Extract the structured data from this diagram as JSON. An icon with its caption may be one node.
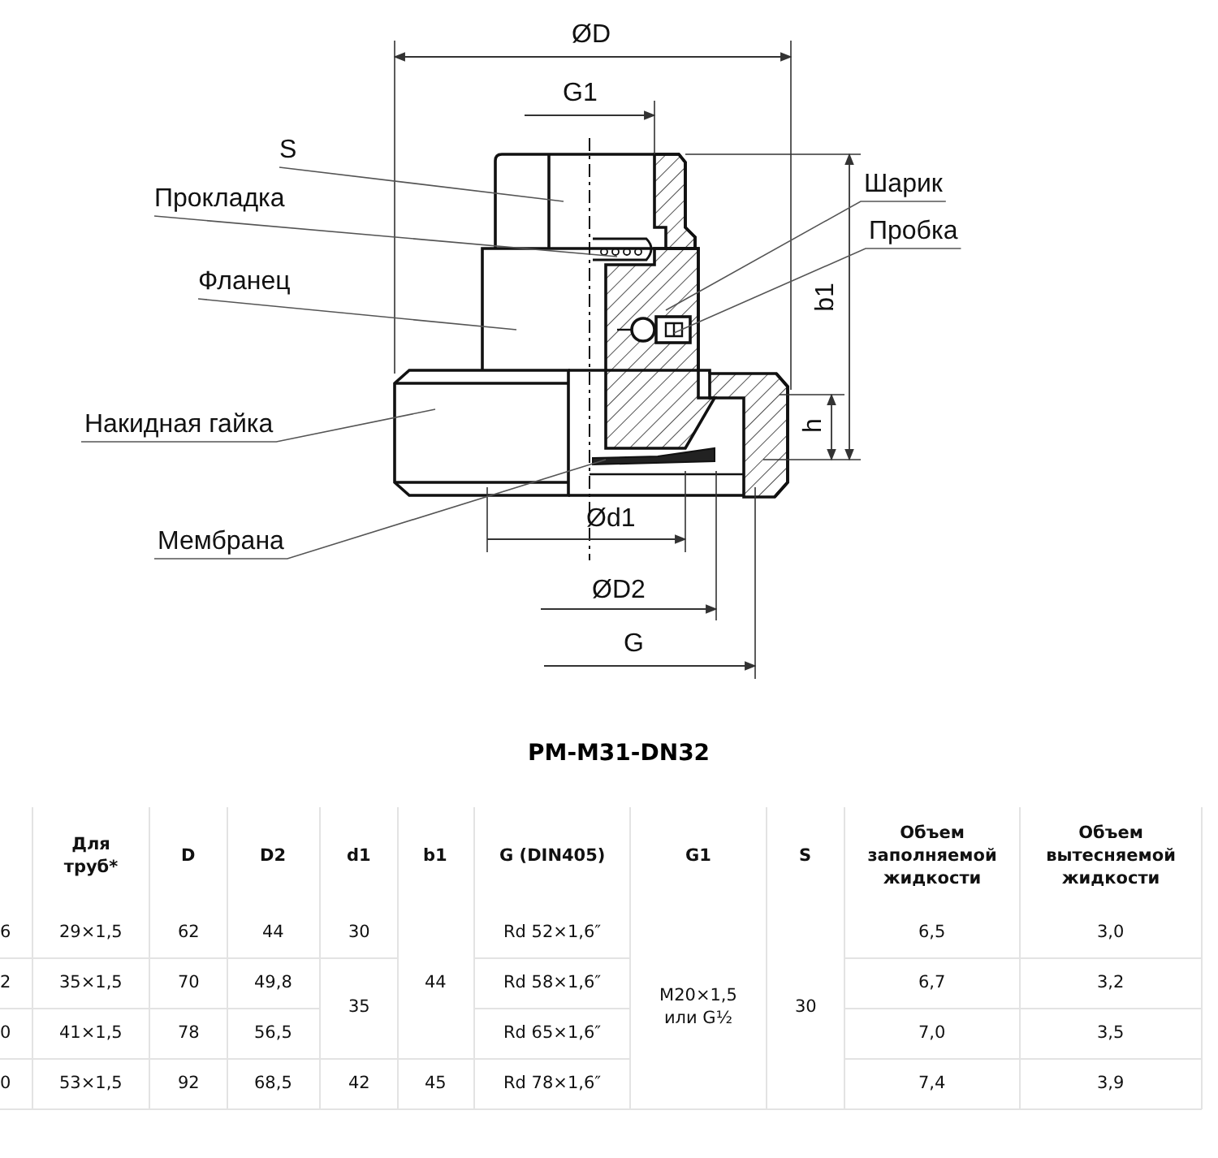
{
  "diagram": {
    "title": "PM-M31-DN32",
    "nodes": [
      {
        "text": [
          "S"
        ]
      },
      {
        "text": [
          "Прокладка"
        ]
      },
      {
        "text": [
          "Фланец"
        ]
      },
      {
        "text": [
          "Накидная гайка"
        ]
      },
      {
        "text": [
          "Мембрана"
        ]
      },
      {
        "text": [
          "Шарик"
        ]
      },
      {
        "text": [
          "Пробка"
        ]
      }
    ],
    "edges": [
      {
        "from": 0,
        "to": null,
        "arrow": "none"
      },
      {
        "from": 1,
        "to": null,
        "arrow": "none"
      },
      {
        "from": 2,
        "to": null,
        "arrow": "none"
      },
      {
        "from": 3,
        "to": null,
        "arrow": "none"
      },
      {
        "from": 4,
        "to": null,
        "arrow": "none"
      },
      {
        "from": 5,
        "to": null,
        "arrow": "none"
      },
      {
        "from": 6,
        "to": null,
        "arrow": "none"
      }
    ],
    "labels": [
      "ØD",
      "G1",
      "b1",
      "h",
      "Ød1",
      "ØD2",
      "G",
      "Для труб*",
      "D",
      "D2",
      "d1",
      "b1",
      "G (DIN405)",
      "G1",
      "S",
      "Объем заполняемой жидкости",
      "Объем вытесняемой жидкости",
      "6",
      "29×1,5",
      "62",
      "44",
      "30",
      "Rd 52×1,6″",
      "6,5",
      "3,0",
      "2",
      "35×1,5",
      "70",
      "49,8",
      "44",
      "Rd 58×1,6″",
      "M20×1,5 или G½",
      "30",
      "6,7",
      "3,2",
      "0",
      "41×1,5",
      "78",
      "56,5",
      "35",
      "Rd 65×1,6″",
      "7,0",
      "3,5",
      "0",
      "53×1,5",
      "92",
      "68,5",
      "42",
      "45",
      "Rd 78×1,6″",
      "7,4",
      "3,9"
    ]
  }
}
